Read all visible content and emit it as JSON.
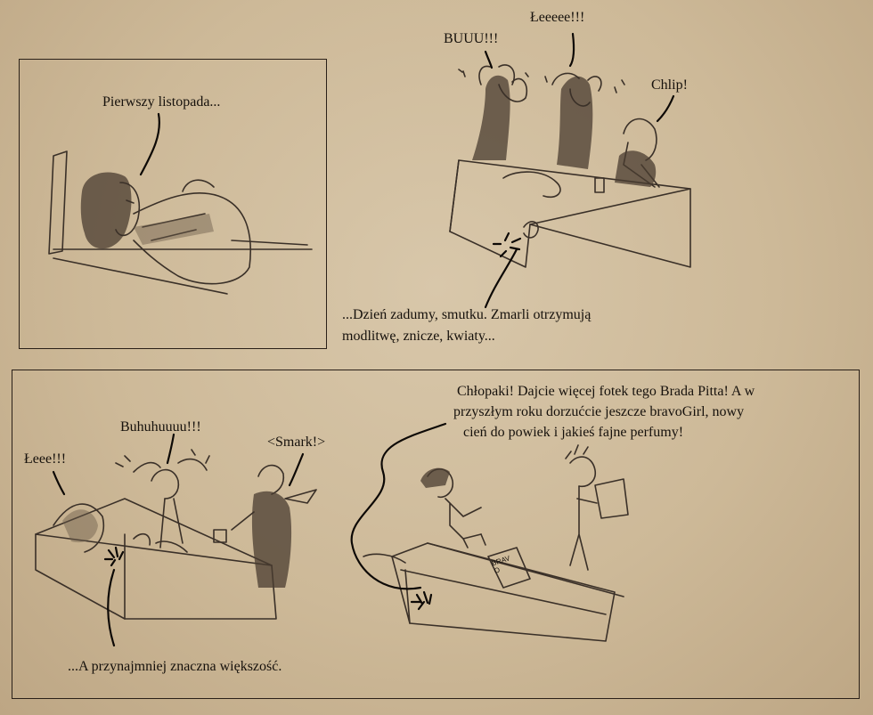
{
  "comic": {
    "panel1": {
      "caption": "Pierwszy listopada..."
    },
    "panel2": {
      "speech_buuu": "BUUU!!!",
      "speech_leeeee": "Łeeeee!!!",
      "speech_chlip": "Chlip!",
      "caption_line1": "...Dzień zadumy, smutku. Zmarli otrzymują",
      "caption_line2": "modlitwę, znicze, kwiaty..."
    },
    "panel3": {
      "speech_leee": "Łeee!!!",
      "speech_buhuhuuuu": "Buhuhuuuu!!!",
      "speech_smark": "<Smark!>",
      "caption": "...A przynajmniej znaczna większość.",
      "speech_chlopaki_line1": "Chłopaki! Dajcie więcej fotek tego Brada Pitta! A w",
      "speech_chlopaki_line2": "przyszłym roku dorzućcie jeszcze bravoGirl, nowy",
      "speech_chlopaki_line3": "cień do powiek i jakieś fajne perfumy!",
      "magazine_label": "BRAVO"
    }
  }
}
